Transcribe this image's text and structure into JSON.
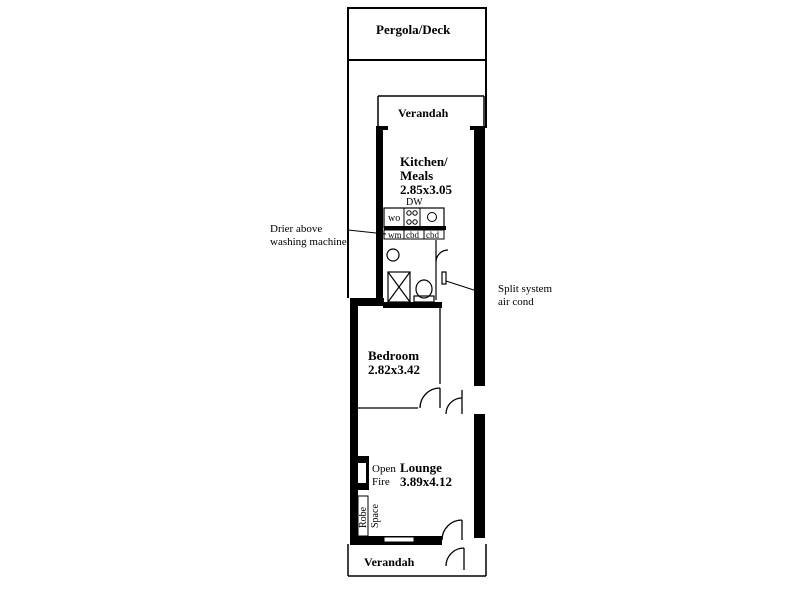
{
  "labels": {
    "pergola": "Pergola/Deck",
    "verandah_top": "Verandah",
    "kitchen_l1": "Kitchen/",
    "kitchen_l2": "Meals",
    "kitchen_dim": "2.85x3.05",
    "dw": "DW",
    "wo": "wo",
    "wm": "wm",
    "cbd1": "cbd",
    "cbd2": "cbd",
    "drier_l1": "Drier above",
    "drier_l2": "washing machine",
    "split_l1": "Split system",
    "split_l2": "air cond",
    "bedroom": "Bedroom",
    "bedroom_dim": "2.82x3.42",
    "open": "Open",
    "fire": "Fire",
    "lounge": "Lounge",
    "lounge_dim": "3.89x4.12",
    "robe": "Robe",
    "space": "Space",
    "verandah_bottom": "Verandah"
  }
}
